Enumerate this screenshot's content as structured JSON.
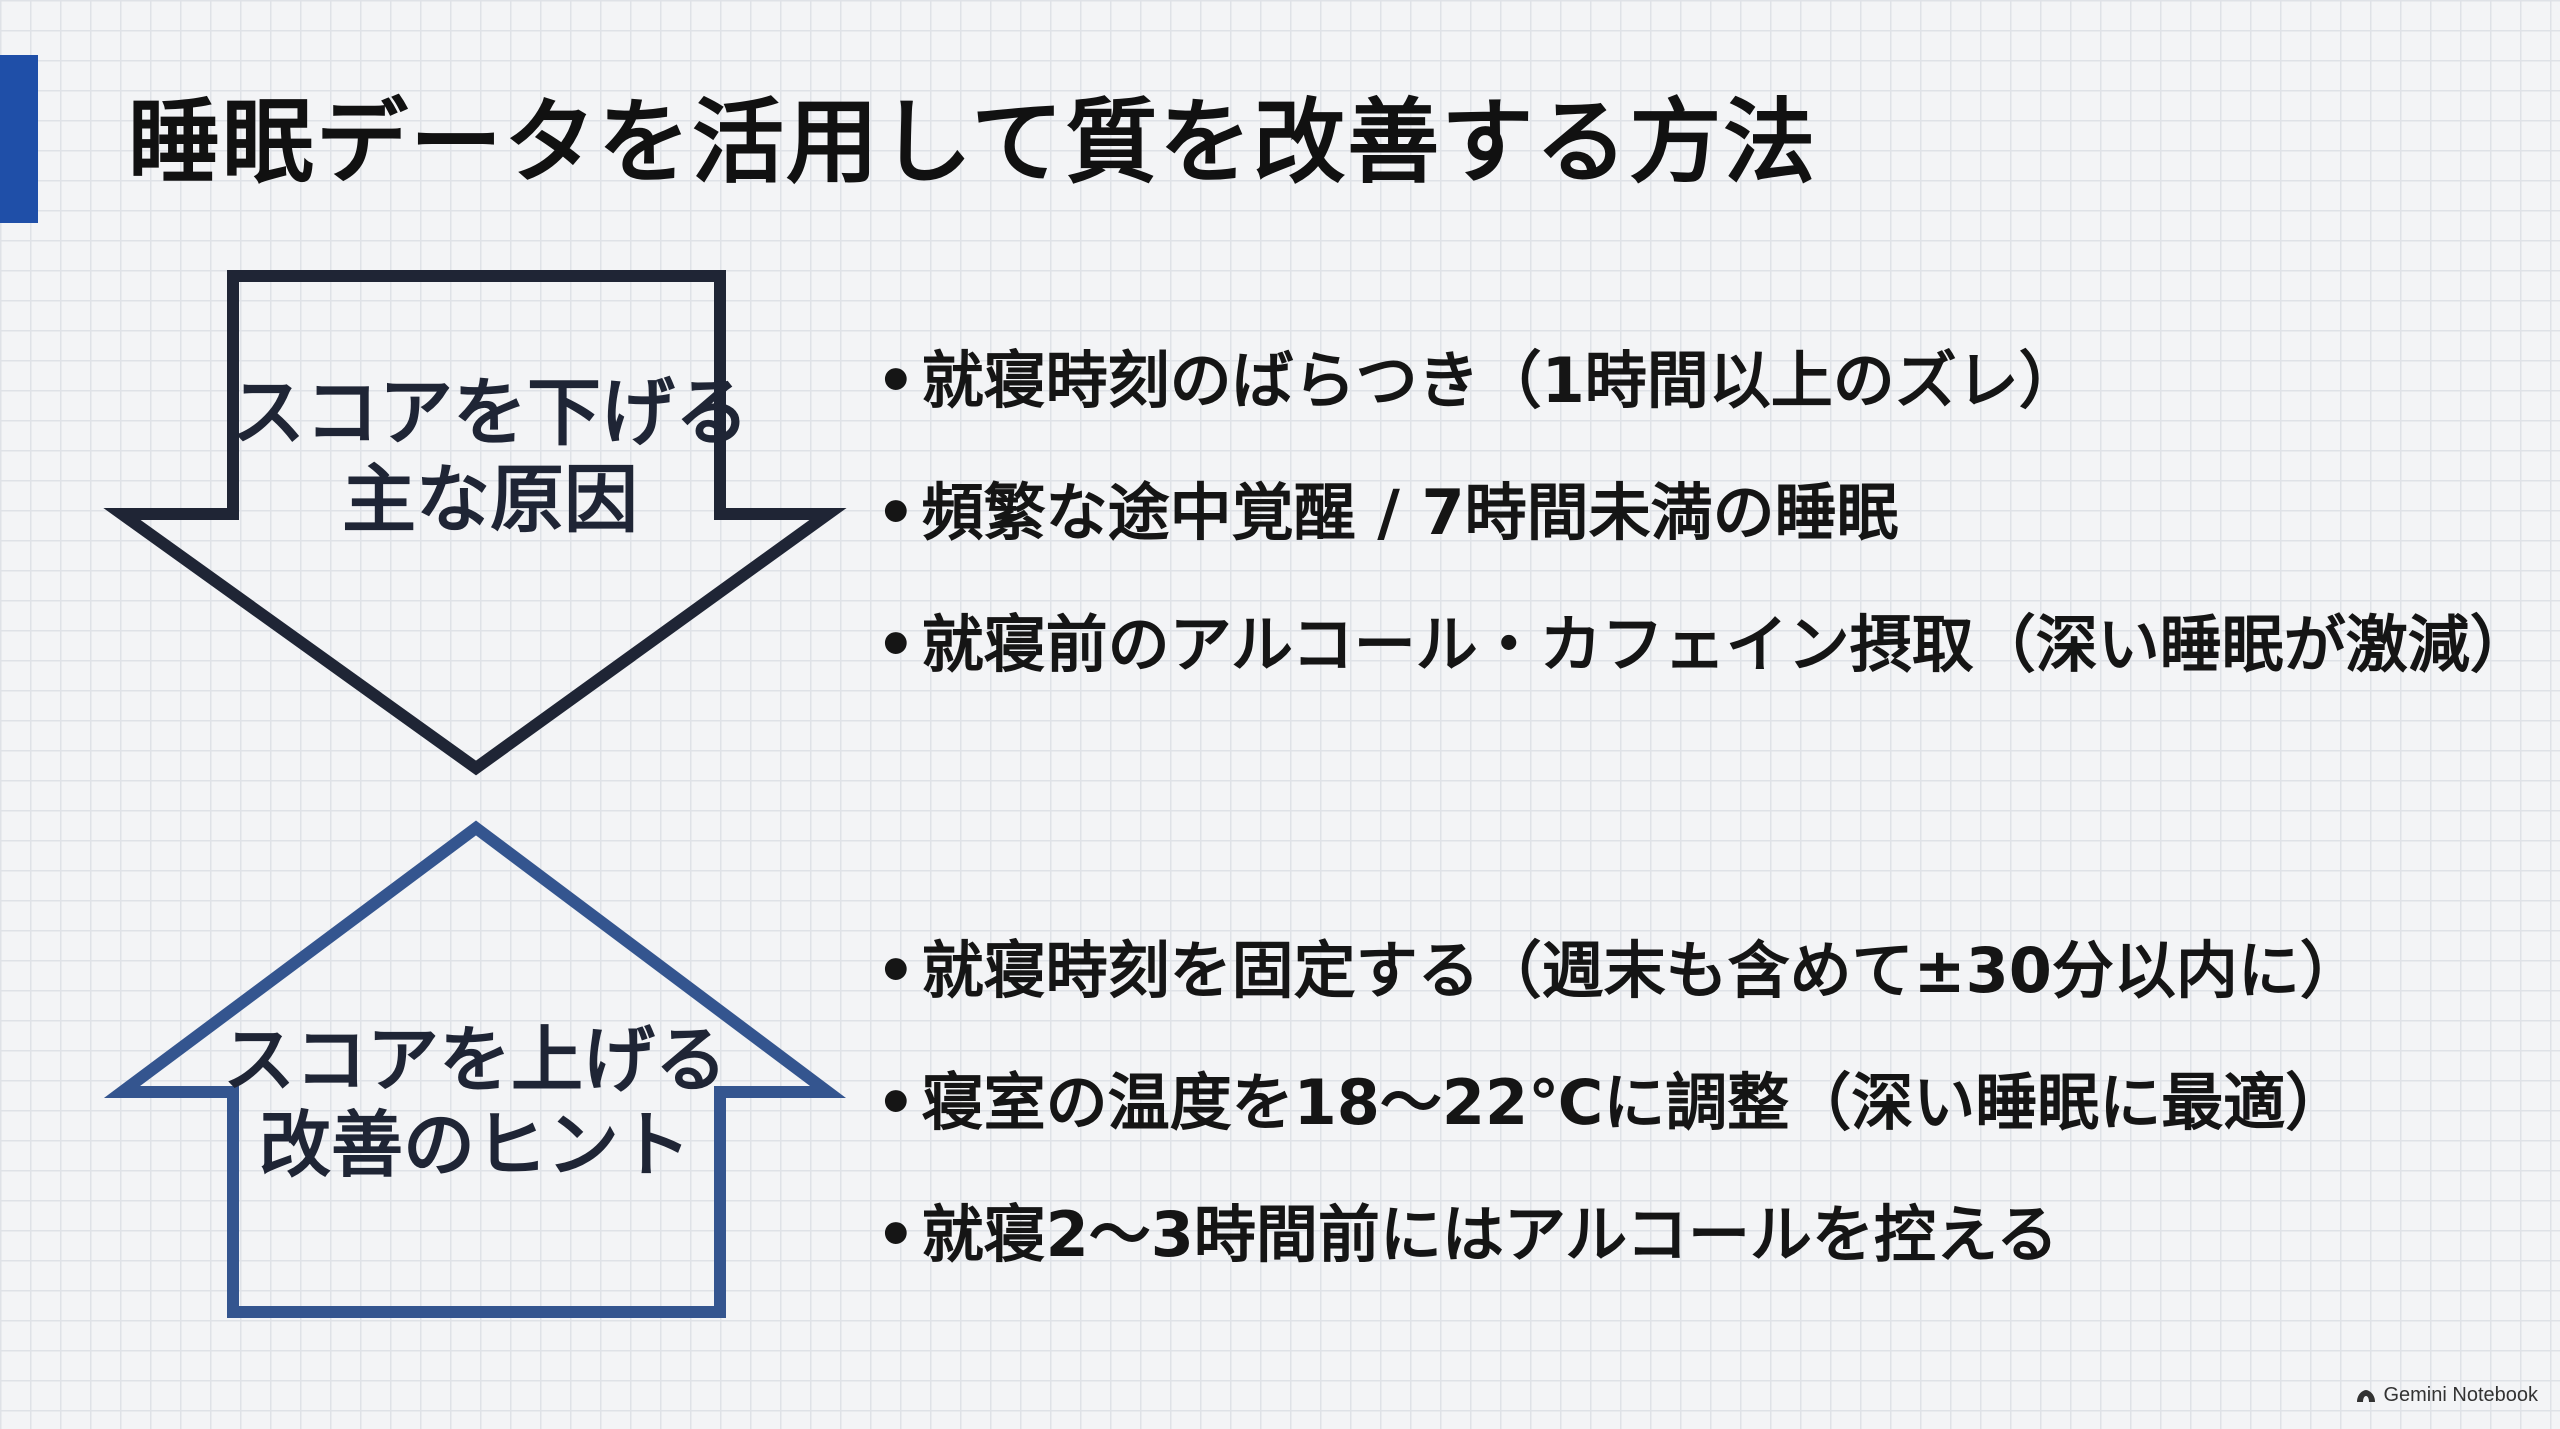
{
  "slide": {
    "title": "睡眠データを活用して質を改善する方法"
  },
  "causes": {
    "label_line1": "スコアを下げる",
    "label_line2": "主な原因",
    "items": [
      "就寝時刻のばらつき（1時間以上のズレ）",
      "頻繁な途中覚醒 / 7時間未満の睡眠",
      "就寝前のアルコール・カフェイン摂取（深い睡眠が激減）"
    ]
  },
  "tips": {
    "label_line1": "スコアを上げる",
    "label_line2": "改善のヒント",
    "items": [
      "就寝時刻を固定する（週末も含めて±30分以内に）",
      "寝室の温度を18〜22℃に調整（深い睡眠に最適）",
      "就寝2〜3時間前にはアルコールを控える"
    ]
  },
  "bullet_symbol": "•",
  "brand": {
    "name": "Gemini Notebook",
    "icon": "gemini-notebook-logo-icon"
  },
  "colors": {
    "accent": "#1f4fa8",
    "down_arrow_stroke": "#1f2535",
    "up_arrow_stroke": "#34558f",
    "text": "#111111"
  }
}
